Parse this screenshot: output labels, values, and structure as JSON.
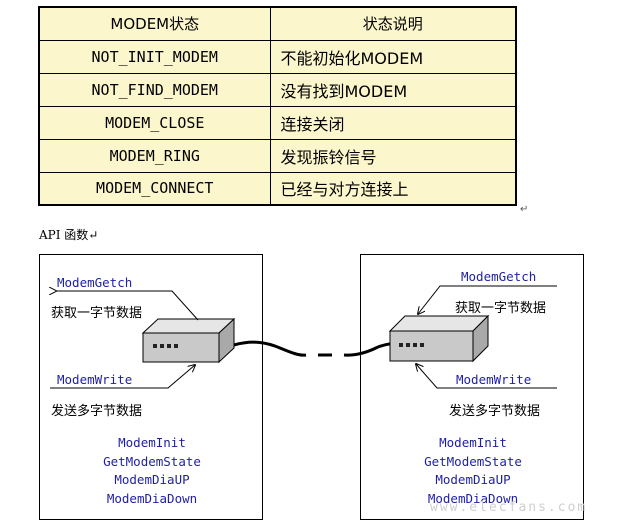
{
  "table": {
    "headers": [
      "MODEM状态",
      "状态说明"
    ],
    "rows": [
      {
        "code": "NOT_INIT_MODEM",
        "desc": "不能初始化MODEM"
      },
      {
        "code": "NOT_FIND_MODEM",
        "desc": "没有找到MODEM"
      },
      {
        "code": "MODEM_CLOSE",
        "desc": "连接关闭"
      },
      {
        "code": "MODEM_RING",
        "desc": "发现振铃信号"
      },
      {
        "code": "MODEM_CONNECT",
        "desc": "已经与对方连接上"
      }
    ],
    "return_mark": "↵"
  },
  "api_title": "API 函数↵",
  "left_panel": {
    "getch": "ModemGetch",
    "getch_desc": "获取一字节数据",
    "write": "ModemWrite",
    "write_desc": "发送多字节数据",
    "functions": [
      "ModemInit",
      "GetModemState",
      "ModemDiaUP",
      "ModemDiaDown"
    ]
  },
  "right_panel": {
    "getch": "ModemGetch",
    "getch_desc": "获取一字节数据",
    "write": "ModemWrite",
    "write_desc": "发送多字节数据",
    "functions": [
      "ModemInit",
      "GetModemState",
      "ModemDiaUP",
      "ModemDiaDown"
    ]
  },
  "watermark": "www.elecfans.com",
  "colors": {
    "table_bg": "#fbf6cc",
    "code_text": "#1f1fa5",
    "device_fill": "#c9c9c9"
  }
}
